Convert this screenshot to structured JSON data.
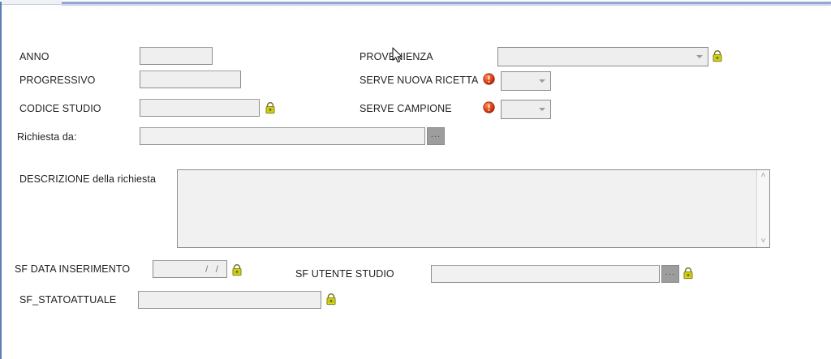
{
  "window": {
    "title": "",
    "tab_label": "",
    "accent_color": "#5b7fb5",
    "field_bg": "#efefef",
    "field_border": "#8d8d8d",
    "warning_color": "#e04a18",
    "lock_color": "#d6d616"
  },
  "form": {
    "left_column": [
      {
        "label": "ANNO",
        "value": "",
        "placeholder": ""
      },
      {
        "label": "PROGRESSIVO",
        "value": "",
        "placeholder": ""
      },
      {
        "label": "CODICE STUDIO",
        "value": "",
        "placeholder": ""
      },
      {
        "label": "Richiesta da:",
        "value": "",
        "placeholder": ""
      }
    ],
    "right_column": [
      {
        "label": "PROVENIENZA",
        "value": "",
        "selected": ""
      },
      {
        "label": "SERVE NUOVA RICETTA",
        "value": "",
        "selected": ""
      },
      {
        "label": "SERVE CAMPIONE",
        "value": "",
        "selected": ""
      }
    ],
    "description": {
      "label": "DESCRIZIONE della richiesta",
      "value": "",
      "placeholder": ""
    },
    "footer": [
      {
        "label": "SF DATA INSERIMENTO",
        "value": "  /  /  ",
        "placeholder": ""
      },
      {
        "label": "SF UTENTE STUDIO",
        "value": "",
        "placeholder": ""
      },
      {
        "label": "SF_STATOATTUALE",
        "value": "",
        "placeholder": ""
      }
    ],
    "buttons": {
      "richiesta_da_browse": "...",
      "sf_utente_studio_browse": "..."
    },
    "icons": {
      "warning": "warning-icon",
      "lock": "lock-icon",
      "dropdown": "chevron-down-icon",
      "scroll_up": "˄",
      "scroll_down": "˅",
      "cursor": "mouse-pointer-icon"
    }
  }
}
